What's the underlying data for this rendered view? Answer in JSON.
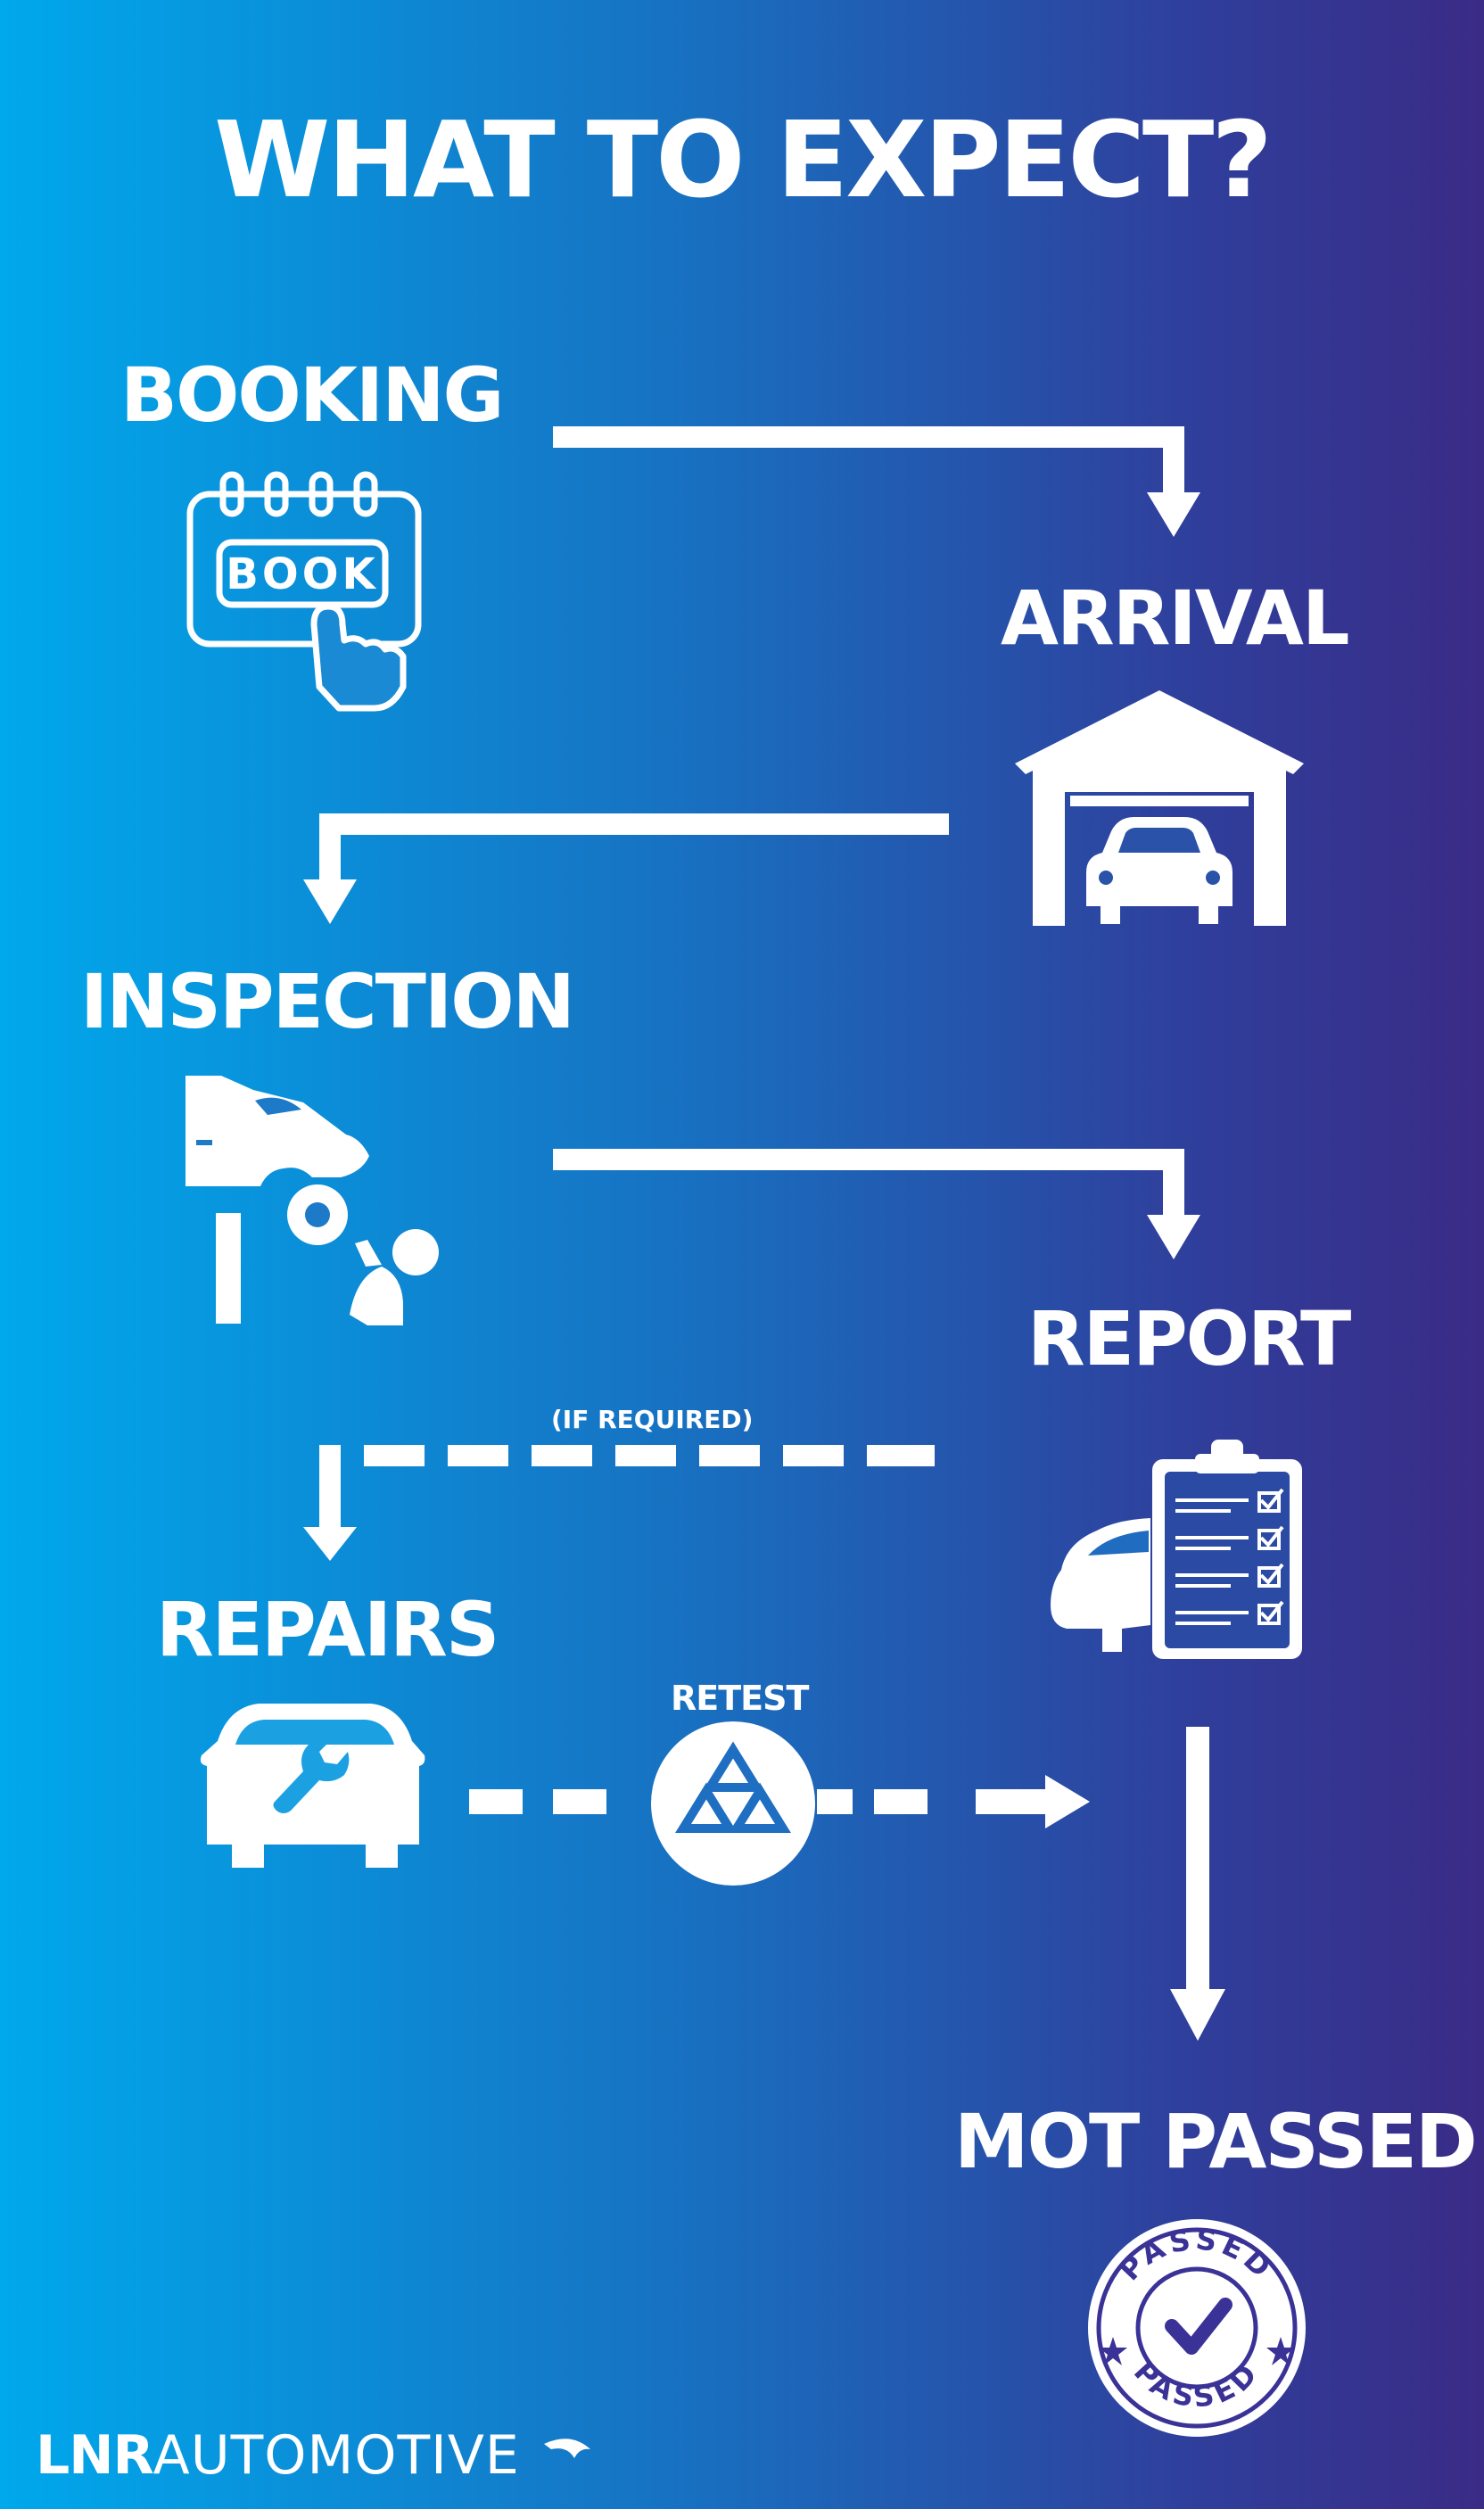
{
  "title": "WHAT TO EXPECT?",
  "steps": {
    "booking": "BOOKING",
    "arrival": "ARRIVAL",
    "inspection": "INSPECTION",
    "report": "REPORT",
    "repairs": "REPAIRS",
    "mot_passed": "MOT PASSED"
  },
  "notes": {
    "if_required": "(IF REQUIRED)",
    "retest": "RETEST"
  },
  "booking_icon_text": "BOOK",
  "stamp_text": "PASSED",
  "brand": {
    "bold": "LNR",
    "regular": "AUTOMOTIVE"
  },
  "icons": {
    "booking": "calendar-book-icon",
    "arrival": "garage-car-icon",
    "inspection": "car-lift-mechanic-icon",
    "report": "car-checklist-icon",
    "repairs": "car-wrench-icon",
    "retest": "mot-triangles-icon",
    "mot_passed": "passed-stamp-icon"
  },
  "colors": {
    "gradient_start": "#00a8ec",
    "gradient_end": "#3a2b86",
    "foreground": "#ffffff"
  }
}
